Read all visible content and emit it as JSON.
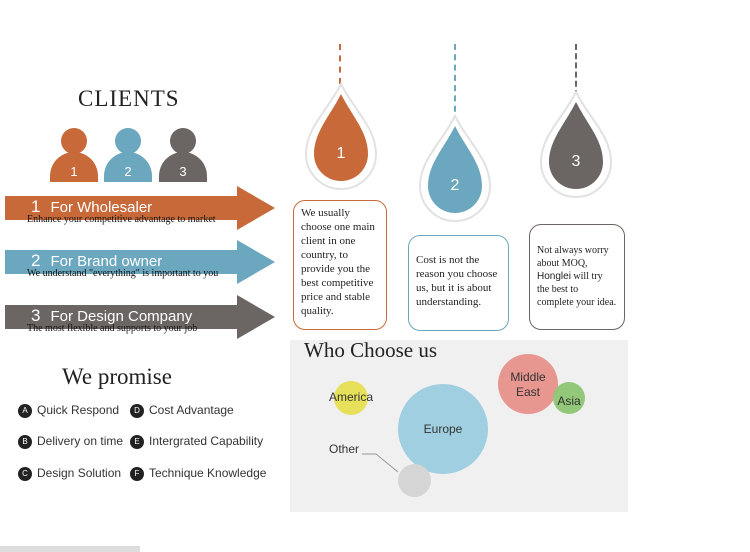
{
  "clients": {
    "title": "CLIENTS",
    "people": [
      {
        "num": "1",
        "color": "#c8693a"
      },
      {
        "num": "2",
        "color": "#6ba7bf"
      },
      {
        "num": "3",
        "color": "#6b6563"
      }
    ]
  },
  "arrows": [
    {
      "num": "1",
      "label": "For Wholesaler",
      "sub": "Enhance your competitive advantage to market",
      "color": "#c8693a"
    },
    {
      "num": "2",
      "label": "For Brand owner",
      "sub": "We understand \"everything\" is important to you",
      "color": "#6ba7bf"
    },
    {
      "num": "3",
      "label": "For Design Company",
      "sub": "The most flexible and supports to your job",
      "color": "#6b6563"
    }
  ],
  "promise": {
    "title": "We promise",
    "items": [
      {
        "letter": "A",
        "text": "Quick Respond"
      },
      {
        "letter": "D",
        "text": "Cost Advantage"
      },
      {
        "letter": "B",
        "text": "Delivery on time"
      },
      {
        "letter": "E",
        "text": "Intergrated Capability"
      },
      {
        "letter": "C",
        "text": "Design Solution"
      },
      {
        "letter": "F",
        "text": "Technique Knowledge"
      }
    ]
  },
  "drops": [
    {
      "num": "1",
      "color": "#c8693a",
      "text": "We usually choose one main client in one country, to provide you the best competitive price and stable quality."
    },
    {
      "num": "2",
      "color": "#6ba7bf",
      "text": "Cost is not the reason you choose us, but it is about understanding."
    },
    {
      "num": "3",
      "color": "#6b6563",
      "text_a": "Not always worry about MOQ,",
      "text_brand": "Honglei",
      "text_b": " will try the best to complete your idea."
    }
  ],
  "who": {
    "title": "Who Choose us",
    "bubbles": [
      {
        "label": "America",
        "color": "#e6e05a"
      },
      {
        "label": "Europe",
        "color": "#9fcfe0"
      },
      {
        "label": "Middle East",
        "color": "#e79690"
      },
      {
        "label": "Asia",
        "color": "#93c77a"
      },
      {
        "label": "Other",
        "color": "#d5d5d5"
      }
    ]
  }
}
